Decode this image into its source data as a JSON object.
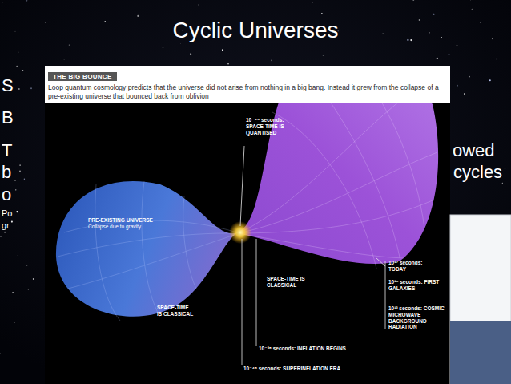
{
  "diagram": {
    "title": "Cyclic Universes",
    "nodes": [
      {
        "text": [
          "THE BIG BOUNCE",
          "Loop quantum cosmology predicts that the universe did not arise from nothing in a big bang. Instead it grew from the collapse of a pre-existing universe that bounced back from oblivion"
        ]
      }
    ],
    "labels": [
      "S",
      "B",
      "T",
      "owed",
      "b",
      "cycles",
      "o",
      "Po",
      "gr",
      "BIG BOUNCE",
      "10⁻⁴⁴ seconds: SPACE-TIME IS QUANTISED",
      "PRE-EXISTING UNIVERSE",
      "Collapse due to gravity",
      "SPACE-TIME IS CLASSICAL",
      "SPACE-TIME IS CLASSICAL",
      "10¹⁷ seconds: TODAY",
      "10¹⁶ seconds: FIRST GALAXIES",
      "10¹³ seconds: COSMIC MICROWAVE BACKGROUND RADIATION",
      "10⁻³⁸ seconds: INFLATION BEGINS",
      "10⁻⁴⁵ seconds: SUPERINFLATION ERA"
    ]
  }
}
